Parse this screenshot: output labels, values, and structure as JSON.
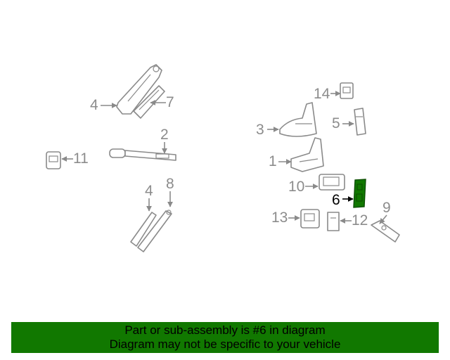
{
  "diagram": {
    "callouts": [
      "4",
      "7",
      "2",
      "11",
      "4",
      "8",
      "14",
      "3",
      "5",
      "1",
      "10",
      "6",
      "13",
      "12",
      "9"
    ],
    "highlight_color": "#117800"
  },
  "banner": {
    "line1": "Part or sub-assembly is #6 in diagram",
    "line2": "Diagram may not be specific to your vehicle",
    "background": "#117800"
  }
}
